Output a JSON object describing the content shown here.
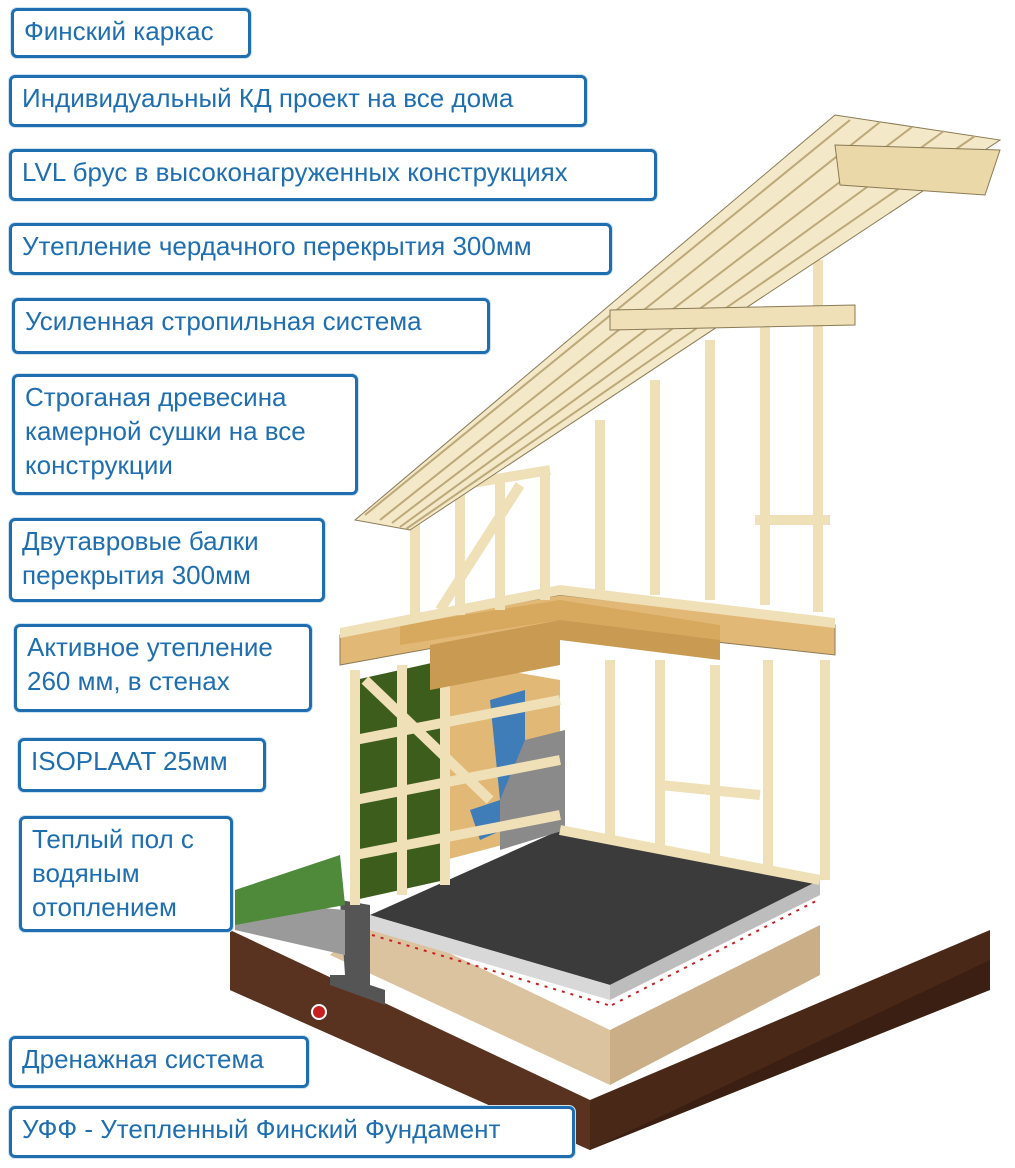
{
  "labels": {
    "frame": "Финский каркас",
    "project": "Индивидуальный КД проект на все дома",
    "lvl": "LVL брус в высоконагруженных конструкциях",
    "attic": "Утепление чердачного перекрытия 300мм",
    "rafters": "Усиленная стропильная система",
    "timber": "Строганая древесина\nкамерной сушки на все\nконструкции",
    "ibeams": "Двутавровые балки\nперекрытия 300мм",
    "insulation": "Активное утепление\n260 мм, в стенах",
    "isoplaat": "ISOPLAAT 25мм",
    "floor": "Теплый пол с\nводяным\nотоплением",
    "drainage": "Дренажная система",
    "foundation": "УФФ - Утепленный Финский Фундамент"
  },
  "colors": {
    "label_border": "#1f6fb0",
    "label_text": "#1f6fb0",
    "timber": "#efe0b8",
    "timber_edge": "#8a7a55",
    "osb": "#e2b877",
    "membrane": "#3f7db8",
    "insulation_green": "#3d5d1c",
    "floor_slab": "#3b3b3b",
    "soil": "#5a3220",
    "eps": "#dcc3a0",
    "grass": "#4f8a3a"
  }
}
